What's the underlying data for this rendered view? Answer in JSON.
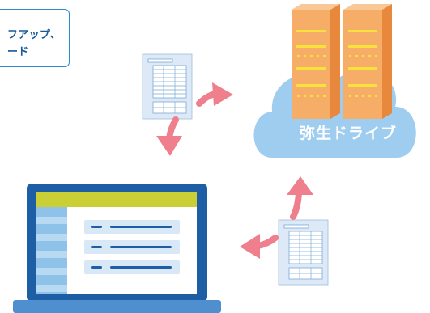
{
  "callout": {
    "line1": "フアップ、",
    "line2": "ード"
  },
  "cloud": {
    "label": "弥生ドライブ"
  },
  "colors": {
    "arrow": "#ef7f8c",
    "cloud": "#9fcdf0",
    "server_front": "#f5ad67",
    "server_side": "#e8883c",
    "laptop_frame": "#1d5ea5",
    "laptop_header": "#c9cf34",
    "laptop_sidebar": "#8ec2e8",
    "callout_border": "#2d8bd3"
  },
  "icons": [
    "document-icon",
    "server-icon",
    "cloud-icon",
    "laptop-icon",
    "arrow-icon"
  ]
}
